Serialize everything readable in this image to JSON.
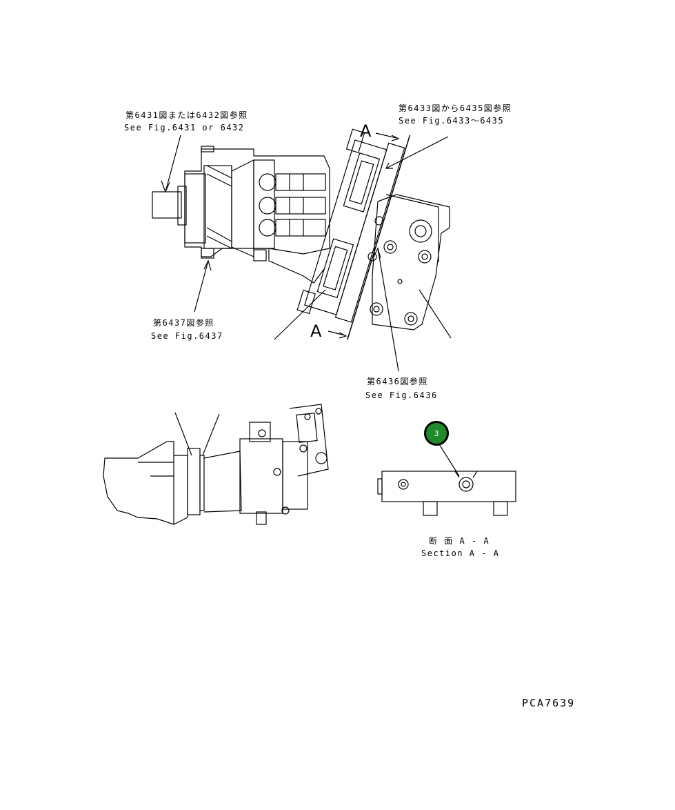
{
  "refs": {
    "fig6431_jp": "第6431図または6432図参照",
    "fig6431_en": "See Fig.6431 or 6432",
    "fig6433_jp": "第6433図から6435図参照",
    "fig6433_en": "See Fig.6433～6435",
    "fig6437_jp": "第6437図参照",
    "fig6437_en": "See Fig.6437",
    "fig6436_jp": "第6436図参照",
    "fig6436_en": "See Fig.6436"
  },
  "section_marks": {
    "upper": "A",
    "lower": "A"
  },
  "section_caption": {
    "jp": "断 面 A - A",
    "en": "Section A - A"
  },
  "callouts": [
    {
      "number": "3",
      "color": "#1f8a2a"
    }
  ],
  "drawing_id": "PCA7639"
}
